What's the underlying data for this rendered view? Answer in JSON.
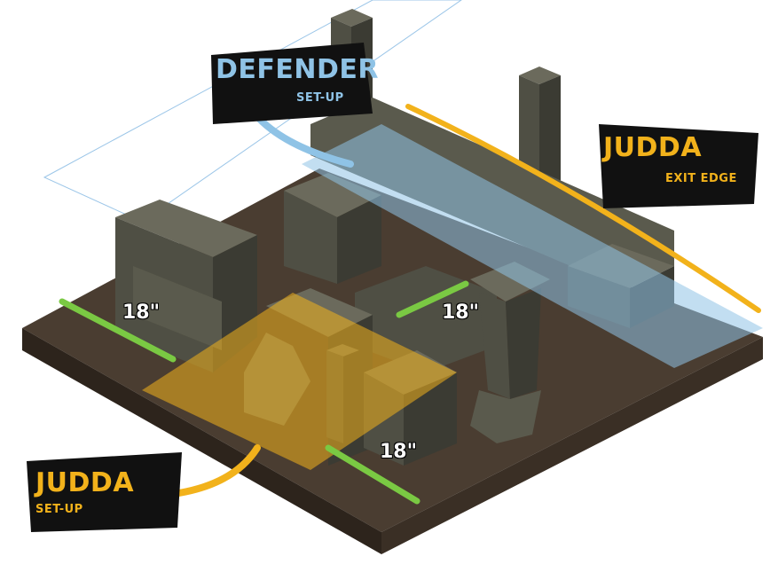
{
  "zones": {
    "defender_setup": {
      "title": "DEFENDER",
      "subtitle": "SET-UP",
      "color": "#8fc3e6"
    },
    "judda_exit": {
      "title": "JUDDA",
      "subtitle": "EXIT EDGE",
      "color": "#f2b21b"
    },
    "judda_setup": {
      "title": "JUDDA",
      "subtitle": "SET-UP",
      "color": "#f2b21b"
    }
  },
  "measurements": [
    {
      "text": "18\""
    },
    {
      "text": "18\""
    },
    {
      "text": "18\""
    }
  ],
  "colors": {
    "ground": "#4a3d31",
    "ground_edge": "#2b221b",
    "building": "#5a5a4d",
    "building_dark": "#3b3b33",
    "roof": "#6b6a5c",
    "measure_line": "#7ac943",
    "banner_bg": "#111111"
  }
}
